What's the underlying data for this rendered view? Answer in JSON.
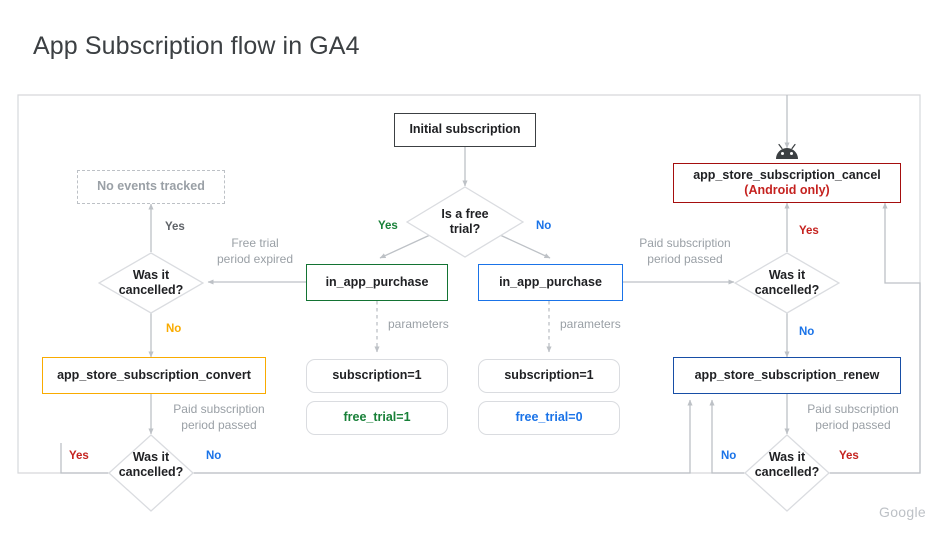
{
  "page": {
    "title": "App Subscription flow in GA4",
    "watermark": "Google"
  },
  "colors": {
    "green": "#137333",
    "blue": "#1a73e8",
    "navy": "#174ea6",
    "red": "#a50e0e",
    "red_text": "#c5221f",
    "amber": "#f9ab00",
    "dark": "#3c4043",
    "gray": "#9aa0a6",
    "frame": "#bdc1c6"
  },
  "nodes": {
    "initial_subscription": {
      "label": "Initial subscription"
    },
    "is_free_trial": {
      "label": "Is a free\ntrial?",
      "line1": "Is a free",
      "line2": "trial?"
    },
    "no_events_tracked": {
      "label": "No events tracked"
    },
    "cancelled_left_top": {
      "line1": "Was it",
      "line2": "cancelled?"
    },
    "cancelled_left_bottom": {
      "line1": "Was it",
      "line2": "cancelled?"
    },
    "cancelled_right_top": {
      "line1": "Was it",
      "line2": "cancelled?"
    },
    "cancelled_right_bottom": {
      "line1": "Was it",
      "line2": "cancelled?"
    },
    "iap_free": {
      "label": "in_app_purchase"
    },
    "iap_paid": {
      "label": "in_app_purchase"
    },
    "param_sub_free": {
      "label": "subscription=1"
    },
    "param_trial_free": {
      "label": "free_trial=1"
    },
    "param_sub_paid": {
      "label": "subscription=1"
    },
    "param_trial_paid": {
      "label": "free_trial=0"
    },
    "convert": {
      "label": "app_store_subscription_convert"
    },
    "renew": {
      "label": "app_store_subscription_renew"
    },
    "cancel": {
      "label": "app_store_subscription_cancel",
      "sublabel": "(Android only)"
    }
  },
  "edge_labels": {
    "free_trial_yes": "Yes",
    "free_trial_no": "No",
    "left_top_yes": "Yes",
    "left_top_no": "No",
    "left_bottom_yes": "Yes",
    "left_bottom_no": "No",
    "right_top_yes": "Yes",
    "right_top_no": "No",
    "right_bottom_yes": "Yes",
    "right_bottom_no": "No",
    "free_trial_expired": "Free trial\nperiod expired",
    "free_trial_expired_l1": "Free trial",
    "free_trial_expired_l2": "period expired",
    "paid_period_top_l1": "Paid subscription",
    "paid_period_top_l2": "period passed",
    "paid_period_left_l1": "Paid subscription",
    "paid_period_left_l2": "period passed",
    "paid_period_right_l1": "Paid subscription",
    "paid_period_right_l2": "period passed",
    "parameters_free": "parameters",
    "parameters_paid": "parameters"
  },
  "icons": {
    "android": "android-icon"
  }
}
